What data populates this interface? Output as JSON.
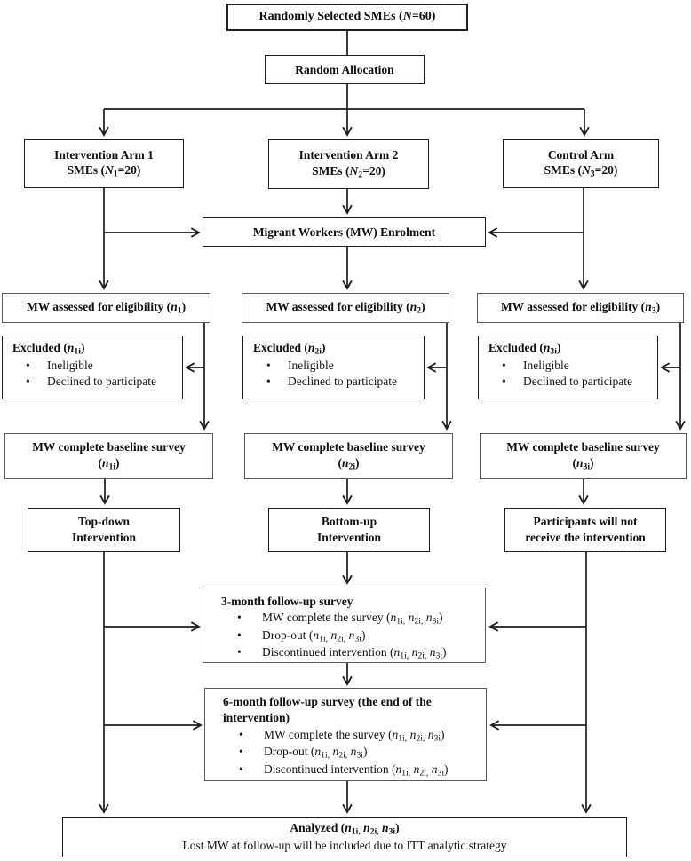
{
  "colors": {
    "ink": "#1c1c1c",
    "paper": "#ffffff"
  },
  "glyphs": {
    "bullet": "•"
  },
  "nodes": {
    "top": {
      "l1": [
        {
          "t": "Randomly Selected SMEs ("
        },
        {
          "t": "N",
          "s": "i"
        },
        {
          "t": "=60)"
        }
      ]
    },
    "ra": {
      "l1": [
        {
          "t": "Random Allocation"
        }
      ]
    },
    "arm1": {
      "l1": [
        {
          "t": "Intervention Arm 1"
        }
      ],
      "l2": [
        {
          "t": "SMEs ("
        },
        {
          "t": "N",
          "s": "i"
        },
        {
          "t": "1",
          "s": "sub"
        },
        {
          "t": "=20)"
        }
      ]
    },
    "arm2": {
      "l1": [
        {
          "t": "Intervention Arm 2"
        }
      ],
      "l2": [
        {
          "t": "SMEs ("
        },
        {
          "t": "N",
          "s": "i"
        },
        {
          "t": "2",
          "s": "sub"
        },
        {
          "t": "=20)"
        }
      ]
    },
    "arm3": {
      "l1": [
        {
          "t": "Control Arm"
        }
      ],
      "l2": [
        {
          "t": "SMEs ("
        },
        {
          "t": "N",
          "s": "i"
        },
        {
          "t": "3",
          "s": "sub"
        },
        {
          "t": "=20)"
        }
      ]
    },
    "enrol": {
      "l1": [
        {
          "t": "Migrant Workers (MW) Enrolment"
        }
      ]
    },
    "ass1": {
      "l1": [
        {
          "t": "MW assessed for eligibility ("
        },
        {
          "t": "n",
          "s": "i"
        },
        {
          "t": "1",
          "s": "sub"
        },
        {
          "t": ")"
        }
      ]
    },
    "ass2": {
      "l1": [
        {
          "t": "MW assessed for eligibility ("
        },
        {
          "t": "n",
          "s": "i"
        },
        {
          "t": "2",
          "s": "sub"
        },
        {
          "t": ")"
        }
      ]
    },
    "ass3": {
      "l1": [
        {
          "t": "MW assessed for eligibility ("
        },
        {
          "t": "n",
          "s": "i"
        },
        {
          "t": "3",
          "s": "sub"
        },
        {
          "t": ")"
        }
      ]
    },
    "exc1": {
      "header": [
        {
          "t": "Excluded ("
        },
        {
          "t": "n",
          "s": "i"
        },
        {
          "t": "1i",
          "s": "sub"
        },
        {
          "t": ")"
        }
      ],
      "bullets": [
        [
          {
            "t": "Ineligible"
          }
        ],
        [
          {
            "t": "Declined to participate"
          }
        ]
      ]
    },
    "exc2": {
      "header": [
        {
          "t": "Excluded ("
        },
        {
          "t": "n",
          "s": "i"
        },
        {
          "t": "2i",
          "s": "sub"
        },
        {
          "t": ")"
        }
      ],
      "bullets": [
        [
          {
            "t": "Ineligible"
          }
        ],
        [
          {
            "t": "Declined to participate"
          }
        ]
      ]
    },
    "exc3": {
      "header": [
        {
          "t": "Excluded ("
        },
        {
          "t": "n",
          "s": "i"
        },
        {
          "t": "3i",
          "s": "sub"
        },
        {
          "t": ")"
        }
      ],
      "bullets": [
        [
          {
            "t": "Ineligible"
          }
        ],
        [
          {
            "t": "Declined to participate"
          }
        ]
      ]
    },
    "base1": {
      "l1": [
        {
          "t": "MW complete baseline survey"
        }
      ],
      "l2": [
        {
          "t": "("
        },
        {
          "t": "n",
          "s": "i"
        },
        {
          "t": "1i",
          "s": "sub"
        },
        {
          "t": ")"
        }
      ]
    },
    "base2": {
      "l1": [
        {
          "t": "MW complete baseline survey"
        }
      ],
      "l2": [
        {
          "t": "("
        },
        {
          "t": "n",
          "s": "i"
        },
        {
          "t": "2i",
          "s": "sub"
        },
        {
          "t": ")"
        }
      ]
    },
    "base3": {
      "l1": [
        {
          "t": "MW complete baseline survey"
        }
      ],
      "l2": [
        {
          "t": "("
        },
        {
          "t": "n",
          "s": "i"
        },
        {
          "t": "3i",
          "s": "sub"
        },
        {
          "t": ")"
        }
      ]
    },
    "int1": {
      "l1": [
        {
          "t": "Top-down"
        }
      ],
      "l2": [
        {
          "t": "Intervention"
        }
      ]
    },
    "int2": {
      "l1": [
        {
          "t": "Bottom-up"
        }
      ],
      "l2": [
        {
          "t": "Intervention"
        }
      ]
    },
    "int3": {
      "l1": [
        {
          "t": "Participants will not"
        }
      ],
      "l2": [
        {
          "t": "receive the intervention"
        }
      ]
    },
    "m3": {
      "header": [
        {
          "t": "3-month follow-up survey"
        }
      ],
      "bullets": [
        [
          {
            "t": "MW complete the survey ("
          },
          {
            "t": "n",
            "s": "i"
          },
          {
            "t": "1i,",
            "s": "sub"
          },
          {
            "t": " "
          },
          {
            "t": "n",
            "s": "i"
          },
          {
            "t": "2i,",
            "s": "sub"
          },
          {
            "t": " "
          },
          {
            "t": "n",
            "s": "i"
          },
          {
            "t": "3i",
            "s": "sub"
          },
          {
            "t": ")"
          }
        ],
        [
          {
            "t": "Drop-out ("
          },
          {
            "t": "n",
            "s": "i"
          },
          {
            "t": "1i,",
            "s": "sub"
          },
          {
            "t": " "
          },
          {
            "t": "n",
            "s": "i"
          },
          {
            "t": "2i,",
            "s": "sub"
          },
          {
            "t": " "
          },
          {
            "t": "n",
            "s": "i"
          },
          {
            "t": "3i",
            "s": "sub"
          },
          {
            "t": ")"
          }
        ],
        [
          {
            "t": "Discontinued intervention ("
          },
          {
            "t": "n",
            "s": "i"
          },
          {
            "t": "1i,",
            "s": "sub"
          },
          {
            "t": " "
          },
          {
            "t": "n",
            "s": "i"
          },
          {
            "t": "2i,",
            "s": "sub"
          },
          {
            "t": " "
          },
          {
            "t": "n",
            "s": "i"
          },
          {
            "t": "3i",
            "s": "sub"
          },
          {
            "t": ")"
          }
        ]
      ]
    },
    "m6": {
      "header": [
        {
          "t": "6-month follow-up survey (the end of the intervention)"
        }
      ],
      "bullets": [
        [
          {
            "t": "MW complete the survey ("
          },
          {
            "t": "n",
            "s": "i"
          },
          {
            "t": "1i,",
            "s": "sub"
          },
          {
            "t": " "
          },
          {
            "t": "n",
            "s": "i"
          },
          {
            "t": "2i,",
            "s": "sub"
          },
          {
            "t": " "
          },
          {
            "t": "n",
            "s": "i"
          },
          {
            "t": "3i",
            "s": "sub"
          },
          {
            "t": ")"
          }
        ],
        [
          {
            "t": "Drop-out ("
          },
          {
            "t": "n",
            "s": "i"
          },
          {
            "t": "1i,",
            "s": "sub"
          },
          {
            "t": " "
          },
          {
            "t": "n",
            "s": "i"
          },
          {
            "t": "2i,",
            "s": "sub"
          },
          {
            "t": " "
          },
          {
            "t": "n",
            "s": "i"
          },
          {
            "t": "3i",
            "s": "sub"
          },
          {
            "t": ")"
          }
        ],
        [
          {
            "t": "Discontinued intervention ("
          },
          {
            "t": "n",
            "s": "i"
          },
          {
            "t": "1i,",
            "s": "sub"
          },
          {
            "t": " "
          },
          {
            "t": "n",
            "s": "i"
          },
          {
            "t": "2i,",
            "s": "sub"
          },
          {
            "t": " "
          },
          {
            "t": "n",
            "s": "i"
          },
          {
            "t": "3i",
            "s": "sub"
          },
          {
            "t": ")"
          }
        ]
      ]
    },
    "an": {
      "l1": [
        {
          "t": "Analyzed ("
        },
        {
          "t": "n",
          "s": "i"
        },
        {
          "t": "1i,",
          "s": "sub"
        },
        {
          "t": " "
        },
        {
          "t": "n",
          "s": "i"
        },
        {
          "t": "2i,",
          "s": "sub"
        },
        {
          "t": " "
        },
        {
          "t": "n",
          "s": "i"
        },
        {
          "t": "3i",
          "s": "sub"
        },
        {
          "t": ")"
        }
      ],
      "l2": [
        {
          "t": "Lost MW at follow-up will be included due to ITT analytic strategy"
        }
      ]
    }
  }
}
